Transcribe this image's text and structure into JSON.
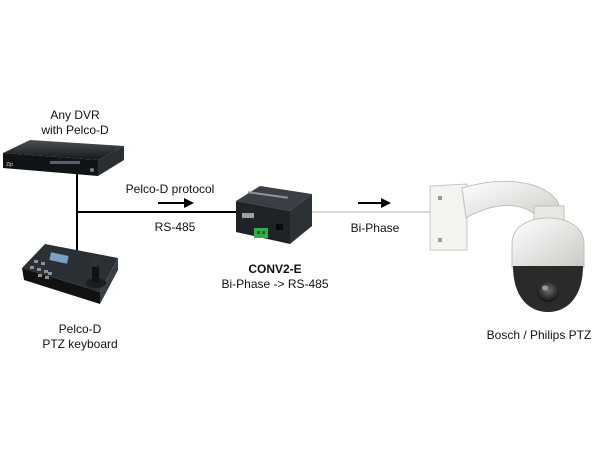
{
  "devices": {
    "dvr": {
      "label_line1": "Any DVR",
      "label_line2": "with Pelco-D",
      "brand": "Zip"
    },
    "keyboard": {
      "label_line1": "Pelco-D",
      "label_line2": "PTZ keyboard"
    },
    "converter": {
      "name": "CONV2-E",
      "description": "Bi-Phase -> RS-485"
    },
    "camera": {
      "label": "Bosch / Philips PTZ"
    }
  },
  "links": {
    "left": {
      "protocol": "Pelco-D protocol",
      "interface": "RS-485"
    },
    "right": {
      "interface": "Bi-Phase"
    }
  },
  "colors": {
    "wire": "#000000",
    "thin_wire": "#b0b0b0",
    "device_dark": "#1e2328",
    "camera_body": "#eeeeea"
  }
}
